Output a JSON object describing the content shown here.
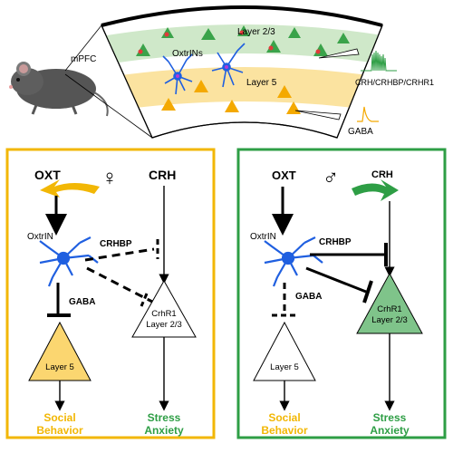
{
  "top": {
    "region": "mPFC",
    "layer23": "Layer 2/3",
    "layer5": "Layer 5",
    "cells": "OxtrINs",
    "trace_green_label": "CRH/CRHBP/CRHR1",
    "trace_orange_label": "GABA"
  },
  "female_panel": {
    "oxt": "OXT",
    "sex_symbol": "♀",
    "crh": "CRH",
    "oxtrin": "OxtrIN",
    "crhbp": "CRHBP",
    "gaba": "GABA",
    "crhr1_line1": "CrhR1",
    "crhr1_line2": "Layer 2/3",
    "layer5": "Layer 5",
    "out_left_1": "Social",
    "out_left_2": "Behavior",
    "out_right_1": "Stress",
    "out_right_2": "Anxiety"
  },
  "male_panel": {
    "oxt": "OXT",
    "sex_symbol": "♂",
    "crh": "CRH",
    "oxtrin": "OxtrIN",
    "crhbp": "CRHBP",
    "gaba": "GABA",
    "crhr1_line1": "CrhR1",
    "crhr1_line2": "Layer 2/3",
    "layer5": "Layer 5",
    "out_left_1": "Social",
    "out_left_2": "Behavior",
    "out_right_1": "Stress",
    "out_right_2": "Anxiety"
  },
  "colors": {
    "female_frame": "#f2b705",
    "male_frame": "#2e9e45",
    "layer23_band": "#cfe8c9",
    "layer5_band": "#fbe3a0",
    "pyramid_green": "#3aa34a",
    "pyramid_orange": "#f4a900",
    "neuron_blue": "#1f5fe0",
    "label_orange": "#f2b705",
    "label_green": "#2e9e45"
  }
}
